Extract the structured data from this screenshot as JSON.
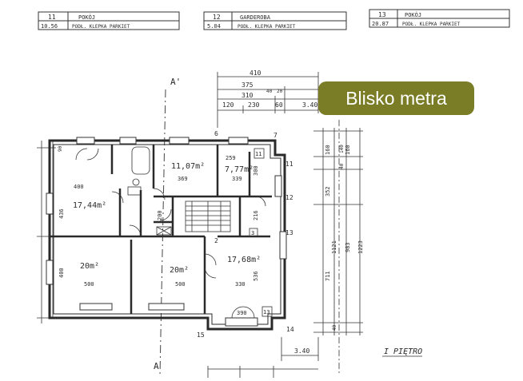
{
  "badge": {
    "text": "Blisko metra",
    "color": "#7a7d25"
  },
  "legend": [
    {
      "num": "11",
      "name": "POKÓJ",
      "area": "10.56",
      "floor": "PODŁ. KLEPKA PARKIET"
    },
    {
      "num": "12",
      "name": "GARDEROBA",
      "area": "5.04",
      "floor": "PODŁ. KLEPKA PARKIET"
    },
    {
      "num": "13",
      "name": "POKÓJ",
      "area": "20.87",
      "floor": "PODŁ. KLEPKA PARKIET"
    }
  ],
  "rooms": [
    {
      "id": "r1",
      "area": "11,07m²",
      "width": "369"
    },
    {
      "id": "r2",
      "area": "7,77m²",
      "width": "339",
      "top": "259",
      "height": "300"
    },
    {
      "id": "r3",
      "area": "17,44m²",
      "width": "400",
      "height": "436"
    },
    {
      "id": "r4",
      "area": "20m²",
      "width": "500",
      "height": "400"
    },
    {
      "id": "r5",
      "area": "20m²",
      "width": "500"
    },
    {
      "id": "r6",
      "area": "17,68m²",
      "width": "330",
      "height": "536"
    }
  ],
  "dims_top": [
    "410",
    "375",
    "310",
    "40",
    "20",
    "120",
    "230",
    "60",
    "3.40"
  ],
  "dims_right": [
    "160",
    "140",
    "160",
    "40",
    "352",
    "1121",
    "983",
    "1223",
    "711",
    "40"
  ],
  "dims_misc": [
    "90",
    "216",
    "200",
    "390",
    "3.40"
  ],
  "markers": [
    "A'",
    "A",
    "2",
    "6",
    "7",
    "11",
    "12",
    "13",
    "14",
    "15",
    "13",
    "11",
    "3"
  ],
  "floor_label": "I PIĘTRO"
}
